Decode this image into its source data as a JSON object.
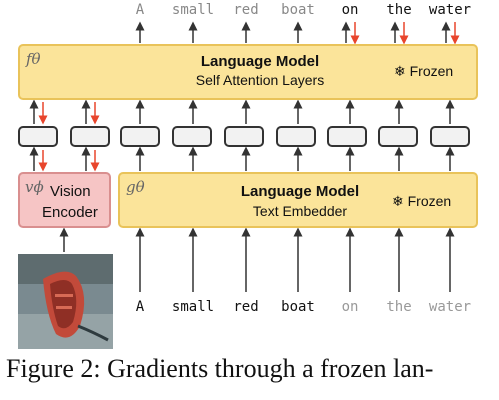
{
  "top_tokens": [
    {
      "text": "A",
      "muted": true
    },
    {
      "text": "small",
      "muted": true
    },
    {
      "text": "red",
      "muted": true
    },
    {
      "text": "boat",
      "muted": true
    },
    {
      "text": "on",
      "muted": false
    },
    {
      "text": "the",
      "muted": false
    },
    {
      "text": "water",
      "muted": false
    }
  ],
  "bottom_tokens": [
    {
      "text": "A",
      "muted": false
    },
    {
      "text": "small",
      "muted": false
    },
    {
      "text": "red",
      "muted": false
    },
    {
      "text": "boat",
      "muted": false
    },
    {
      "text": "on",
      "muted": true
    },
    {
      "text": "the",
      "muted": true
    },
    {
      "text": "water",
      "muted": true
    }
  ],
  "lm_top": {
    "fn_label": "fθ",
    "title": "Language Model",
    "subtitle": "Self Attention Layers",
    "frozen": "❄ Frozen"
  },
  "vision": {
    "fn_label": "vϕ",
    "line1": "Vision",
    "line2": "Encoder"
  },
  "lm_bottom": {
    "fn_label": "gθ",
    "title": "Language Model",
    "subtitle": "Text Embedder",
    "frozen": "❄ Frozen"
  },
  "caption": "Figure 2: Gradients through a frozen lan-",
  "colors": {
    "yellow_fill": "#fbe49a",
    "pink_fill": "#f6c5c5",
    "gradient_arrow": "#e8452c",
    "forward_arrow": "#333333"
  }
}
